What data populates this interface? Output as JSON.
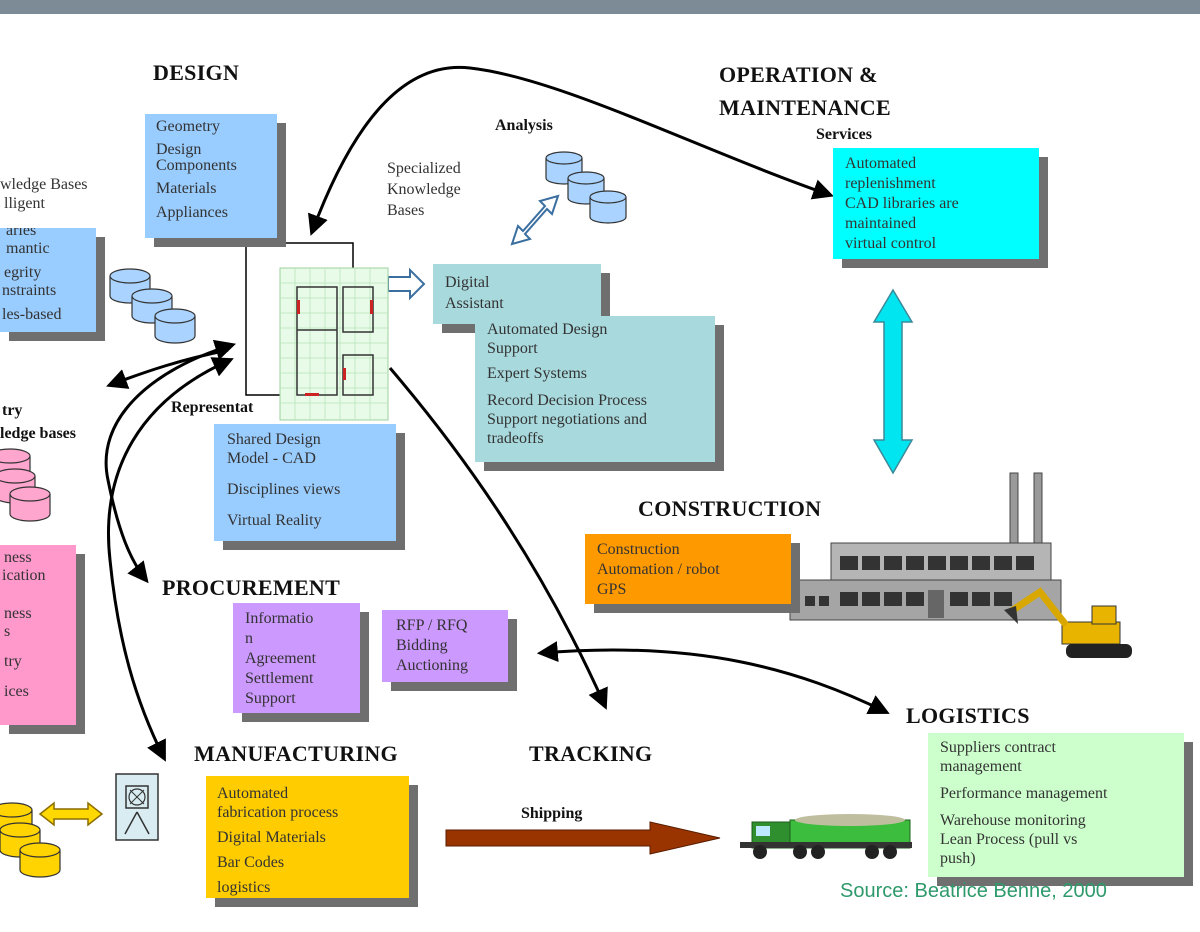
{
  "headings": {
    "design": "DESIGN",
    "operation_line1": "OPERATION &",
    "operation_line2": "MAINTENANCE",
    "construction": "CONSTRUCTION",
    "procurement": "PROCUREMENT",
    "manufacturing": "MANUFACTURING",
    "tracking": "TRACKING",
    "logistics": "LOGISTICS"
  },
  "labels": {
    "analysis": "Analysis",
    "services": "Services",
    "specialized_kb": [
      "Specialized",
      "Knowledge",
      "Bases"
    ],
    "representation": "Representat",
    "left_industry": [
      "try",
      "ledge bases"
    ],
    "shipping": "Shipping"
  },
  "boxes": {
    "design": [
      "Geometry",
      "Design",
      "Components",
      "Materials",
      "Appliances"
    ],
    "left_kb": [
      "wledge Bases",
      "lligent",
      "aries",
      "mantic",
      "egrity",
      "nstraints",
      "les-based"
    ],
    "left_pink": [
      "ness",
      "ication",
      "ness",
      "s",
      "try",
      "ices"
    ],
    "digital_assistant": [
      "Digital",
      "Assistant"
    ],
    "automated_support": [
      "Automated Design",
      "Support",
      "Expert Systems",
      "Record Decision Process",
      "Support negotiations and",
      "tradeoffs"
    ],
    "shared_model": [
      "Shared Design",
      "Model - CAD",
      "Disciplines views",
      "Virtual Reality"
    ],
    "services": [
      "Automated",
      "replenishment",
      "CAD libraries are",
      "maintained",
      "virtual control"
    ],
    "construction": [
      "Construction",
      "Automation / robot",
      "GPS"
    ],
    "procurement_info": [
      "Informatio",
      "n",
      "Agreement",
      "Settlement",
      "Support"
    ],
    "procurement_rfp": [
      "RFP / RFQ",
      "Bidding",
      "Auctioning"
    ],
    "manufacturing": [
      "Automated",
      "fabrication process",
      "Digital Materials",
      "Bar Codes",
      "logistics"
    ],
    "logistics": [
      "Suppliers contract",
      "management",
      "Performance management",
      "Warehouse monitoring",
      "Lean Process (pull vs",
      "push)"
    ]
  },
  "source": "Source: Beatrice Benne, 2000",
  "colors": {
    "topbar": "#7d8b97",
    "blue_box": "#99ccff",
    "pink_box": "#ff99cc",
    "teal_box": "#a8d9dd",
    "cyan_box": "#00ffff",
    "orange_box": "#ff9900",
    "purple_box": "#cc99ff",
    "yellow_box": "#ffcc00",
    "green_box": "#ccffcc",
    "shipping_arrow": "#993300",
    "source_text": "#2e9a6c"
  },
  "icons": [
    "database-icon",
    "floor-plan-icon",
    "factory-icon",
    "excavator-icon",
    "truck-icon",
    "workstation-icon"
  ]
}
